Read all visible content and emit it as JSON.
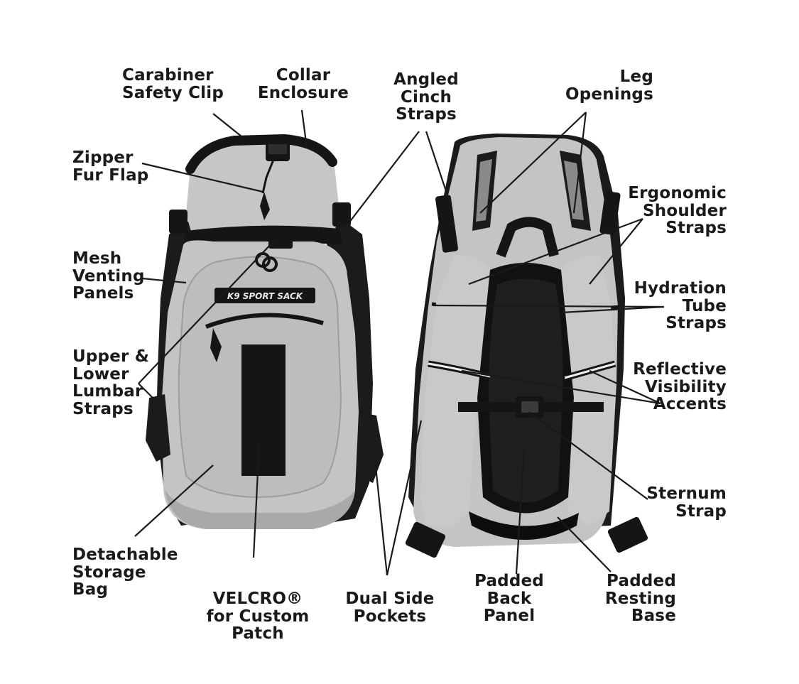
{
  "brand": {
    "logo_text": "K9 SPORT SACK",
    "colors": {
      "body_fill": "#c4c4c4",
      "body_shade": "#a9a9a9",
      "strap_black": "#151515",
      "mesh_dark": "#2a2a2a",
      "reflective": "#e8e8e8",
      "label_text": "#1a1a1a",
      "leader_line": "#1a1a1a"
    }
  },
  "labels": {
    "carabiner": [
      "Carabiner",
      "Safety Clip"
    ],
    "collar": [
      "Collar",
      "Enclosure"
    ],
    "angled": [
      "Angled",
      "Cinch",
      "Straps"
    ],
    "leg": [
      "Leg",
      "Openings"
    ],
    "zipper": [
      "Zipper",
      "Fur Flap"
    ],
    "mesh": [
      "Mesh",
      "Venting",
      "Panels"
    ],
    "ergonomic": [
      "Ergonomic",
      "Shoulder",
      "Straps"
    ],
    "hydration": [
      "Hydration",
      "Tube",
      "Straps"
    ],
    "lumbar": [
      "Upper &",
      "Lower",
      "Lumbar",
      "Straps"
    ],
    "reflective": [
      "Reflective",
      "Visibility",
      "Accents"
    ],
    "sternum": [
      "Sternum",
      "Strap"
    ],
    "storage": [
      "Detachable",
      "Storage",
      "Bag"
    ],
    "velcro": [
      "VELCRO®",
      "for Custom",
      "Patch"
    ],
    "dualside": [
      "Dual Side",
      "Pockets"
    ],
    "backpanel": [
      "Padded",
      "Back",
      "Panel"
    ],
    "base": [
      "Padded",
      "Resting",
      "Base"
    ]
  }
}
